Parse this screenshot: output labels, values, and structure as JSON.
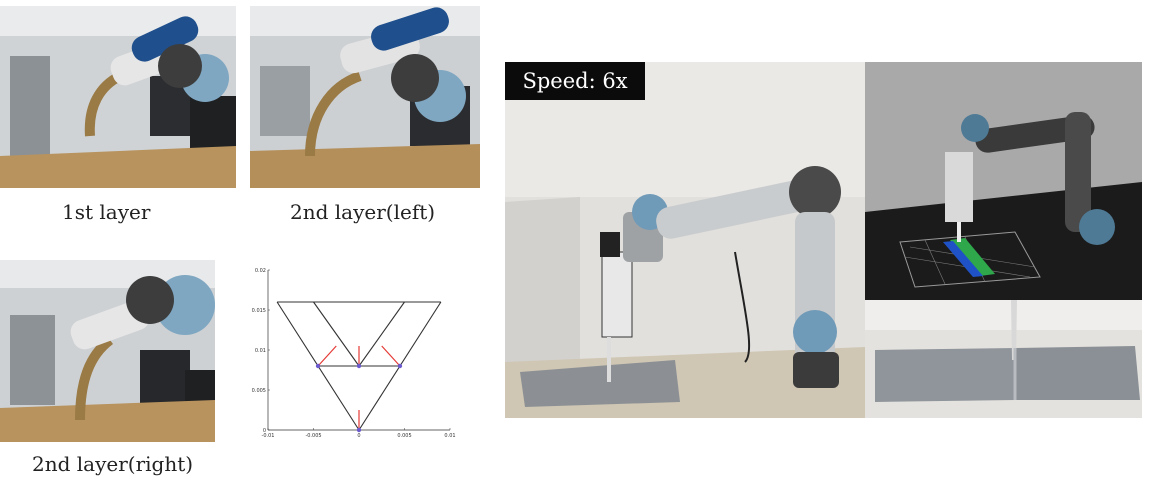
{
  "captions": {
    "first_layer": "1st layer",
    "second_layer_left": "2nd layer(left)",
    "second_layer_right": "2nd layer(right)"
  },
  "speed_badge": "Speed: 6x",
  "chart_data": {
    "type": "scatter",
    "x_ticks": [
      "-0.01",
      "-0.005",
      "0",
      "0.005",
      "0.01"
    ],
    "y_ticks": [
      "0",
      "0.005",
      "0.01",
      "0.015",
      "0.02"
    ],
    "xlim": [
      -0.01,
      0.01
    ],
    "ylim": [
      0,
      0.02
    ],
    "grid": false,
    "points": [
      {
        "x": -0.0045,
        "y": 0.008
      },
      {
        "x": 0.0,
        "y": 0.008
      },
      {
        "x": 0.0045,
        "y": 0.008
      },
      {
        "x": 0.0,
        "y": 0.0
      }
    ],
    "colors": {
      "outline": "#333333",
      "points": "#6a5acd",
      "arrows": "#e53935"
    }
  }
}
